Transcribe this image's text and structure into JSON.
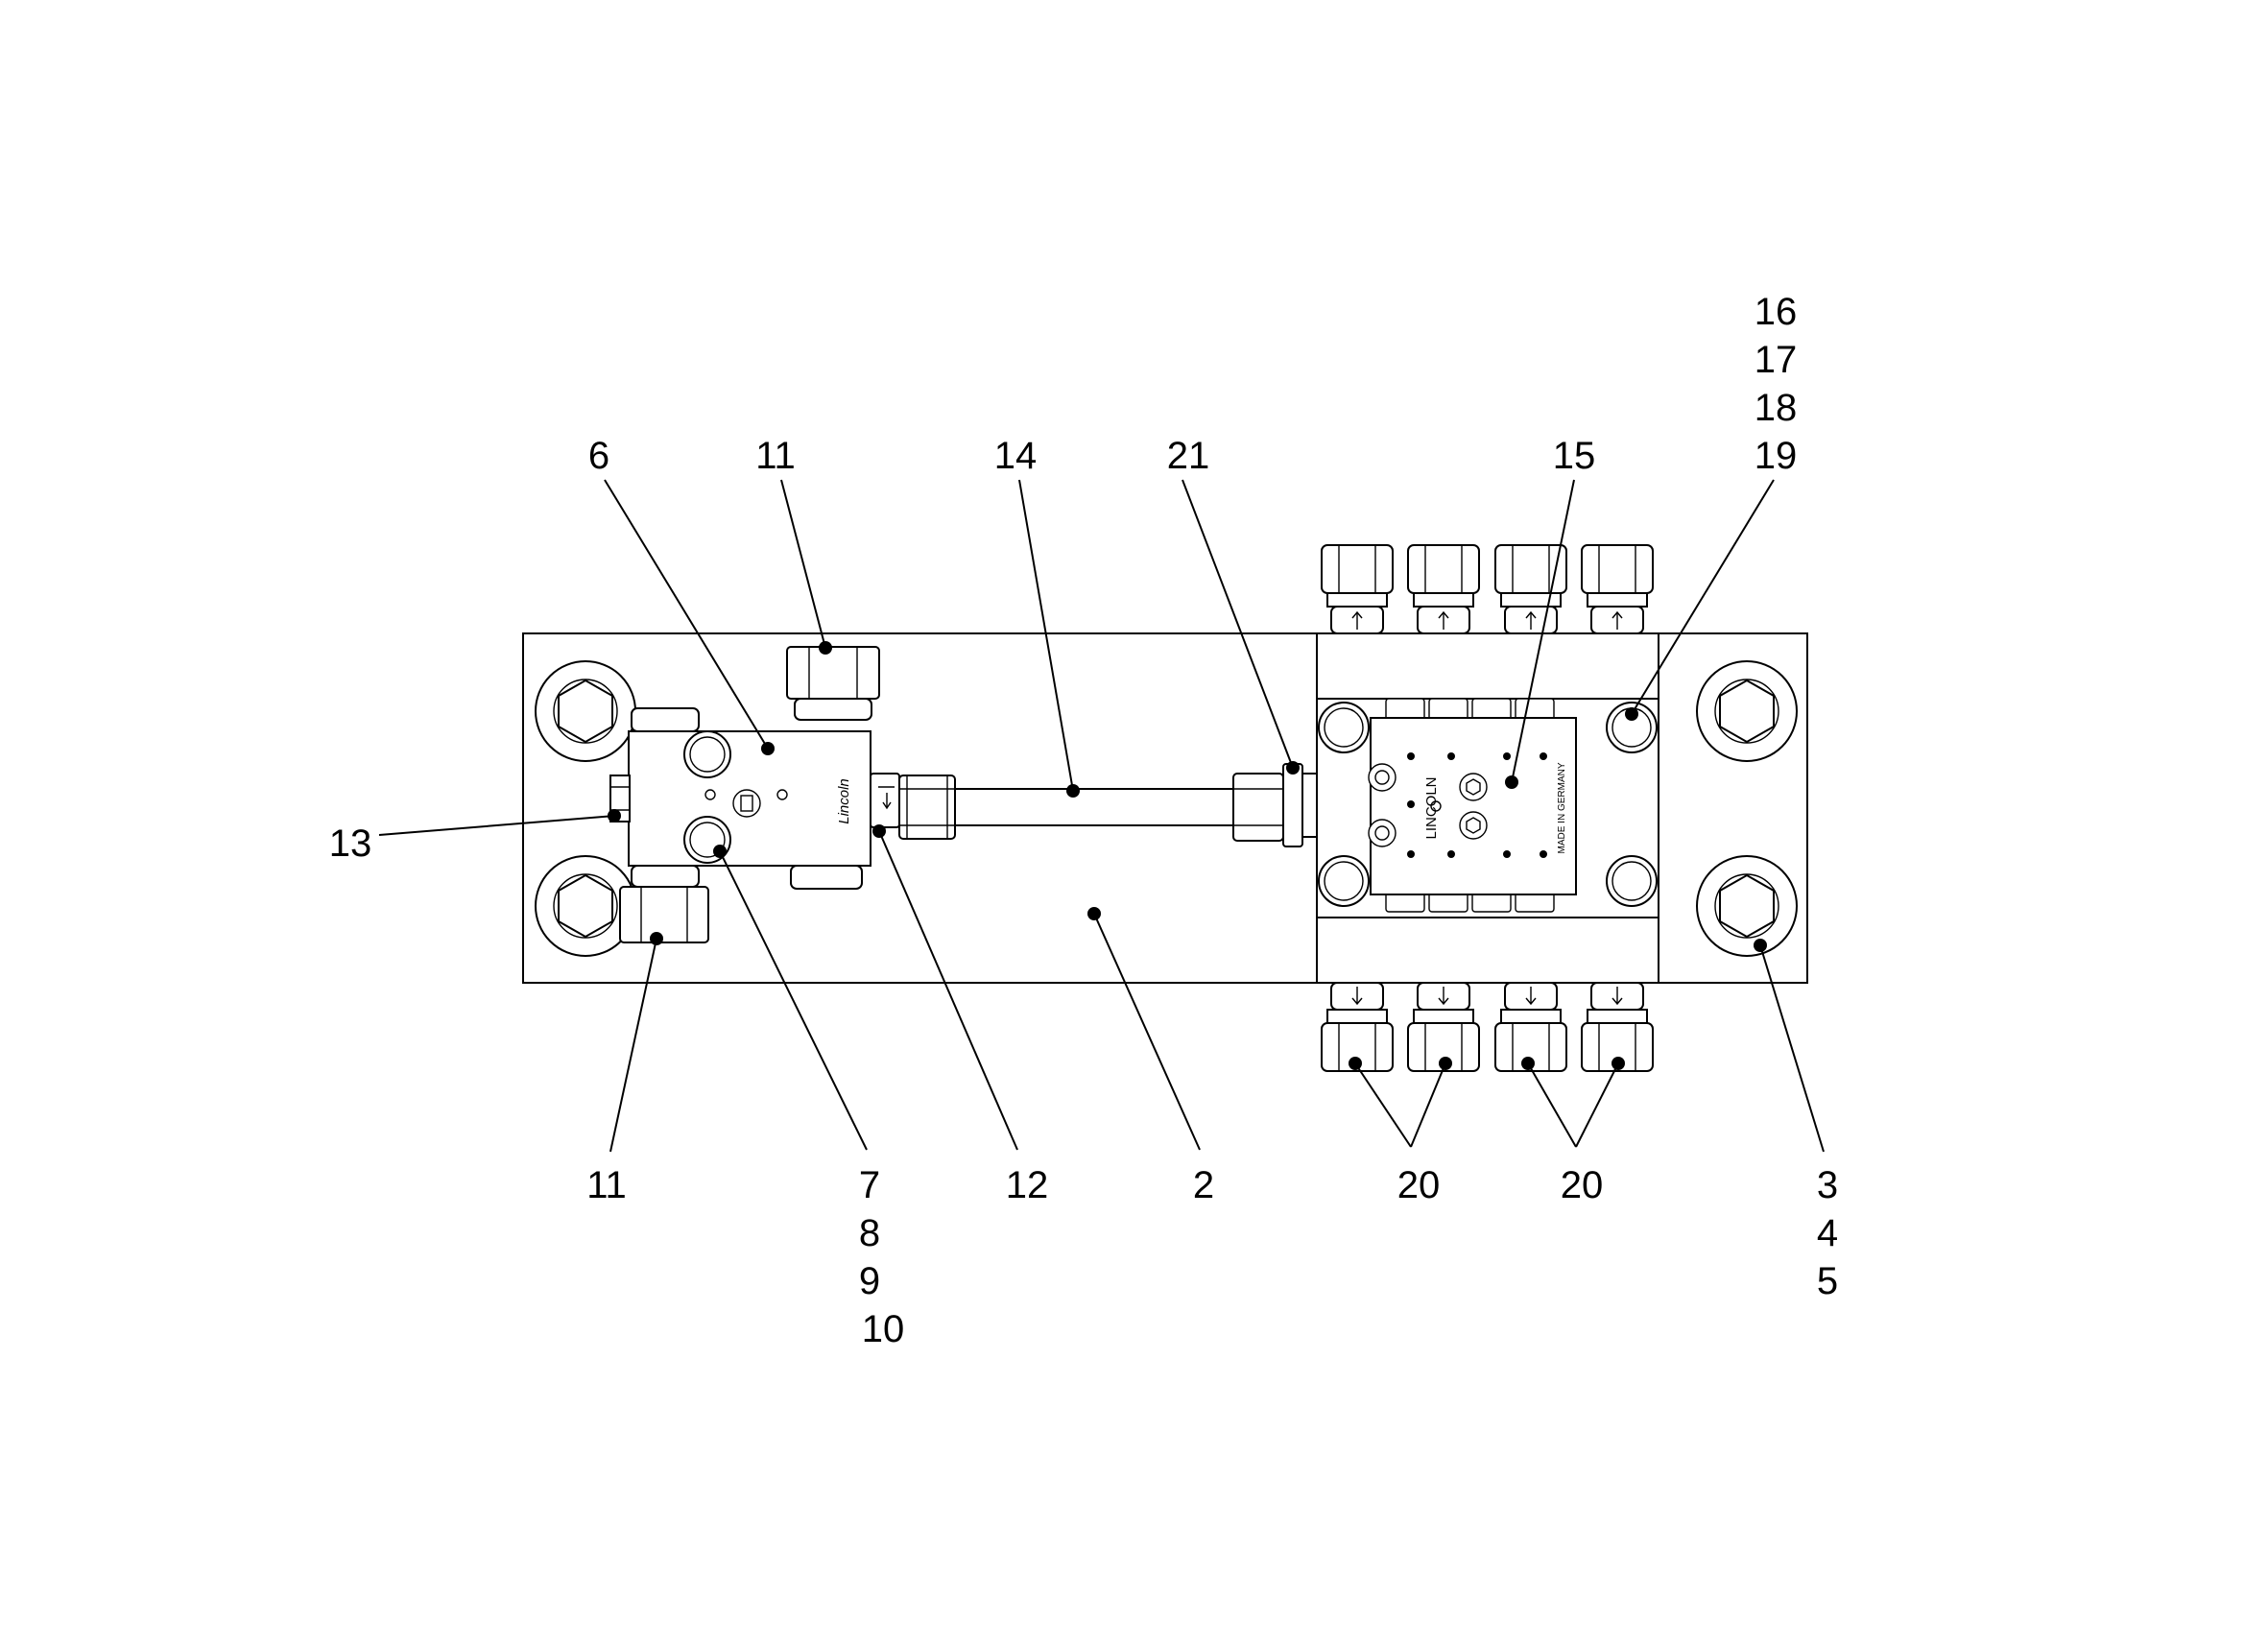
{
  "drawing": {
    "brand_valve": "Lincoln",
    "brand_block": "LINCOLN",
    "made_in": "MADE IN GERMANY"
  },
  "callouts": {
    "c6": "6",
    "c11_top": "11",
    "c14": "14",
    "c21": "21",
    "c15": "15",
    "c16": "16",
    "c17": "17",
    "c18": "18",
    "c19": "19",
    "c13": "13",
    "c11_bottom": "11",
    "c7": "7",
    "c8": "8",
    "c9": "9",
    "c10": "10",
    "c12": "12",
    "c2": "2",
    "c20_left": "20",
    "c20_right": "20",
    "c3": "3",
    "c4": "4",
    "c5": "5"
  }
}
